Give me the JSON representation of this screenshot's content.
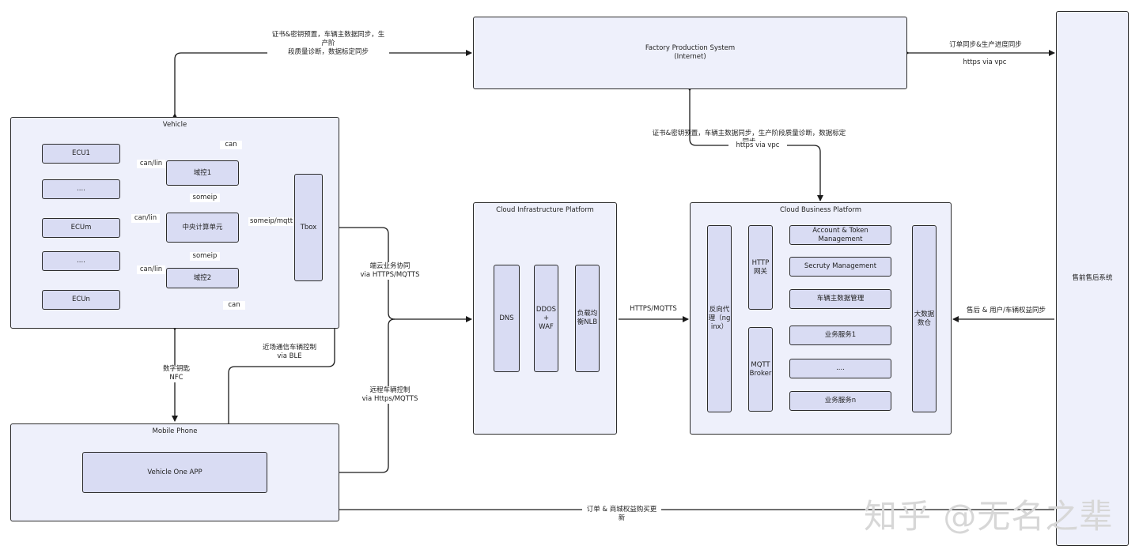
{
  "nodes": {
    "factory": "Factory Production System\n(Internet)",
    "after_sales": "售前售后系统",
    "vehicle": "Vehicle",
    "ecu1": "ECU1",
    "ecu_dots1": "....",
    "ecum": "ECUm",
    "ecu_dots2": "....",
    "ecun": "ECUn",
    "domain1": "域控1",
    "central": "中央计算单元",
    "domain2": "域控2",
    "tbox": "Tbox",
    "mobile_phone": "Mobile Phone",
    "vehicle_app": "Vehicle One APP",
    "cloud_infra": "Cloud Infrastructure Platform",
    "dns": "DNS",
    "ddos": "DDOS\n+\nWAF",
    "lb": "负载均\n衡NLB",
    "cloud_biz": "Cloud Business Platform",
    "reverse_proxy": "反向代\n理（ng\ninx）",
    "http_gateway": "HTTP\n网关",
    "mqtt_broker": "MQTT\nBroker",
    "account_token": "Account & Token Management",
    "security_mgmt": "Secruty Management",
    "vehicle_master": "车辆主数据管理",
    "biz1": "业务服务1",
    "biz_dots": "....",
    "bizn": "业务服务n",
    "bigdata": "大数据\n数仓"
  },
  "edge_labels": {
    "vehicle_factory": "证书&密钥预置，车辆主数据同步，生产阶\n段质量诊断，数据标定同步",
    "factory_aftersales_1": "订单同步&生产进度同步",
    "factory_aftersales_2": "https via vpc",
    "factory_cloud_1": "证书&密钥预置，车辆主数据同步，生产阶段质量诊断，数据标定同步",
    "factory_cloud_2": "https via vpc",
    "can_top": "can",
    "can_bottom": "can",
    "canlin_1": "can/lin",
    "canlin_2": "can/lin",
    "canlin_3": "can/lin",
    "someip_1": "someip",
    "someip_2": "someip",
    "someip_mqtt": "someip/mqtt",
    "edge_cloud": "端云业务协同\nvia HTTPS/MQTTS",
    "ble": "近场通信车辆控制\nvia BLE",
    "remote": "远程车辆控制\nvia Https/MQTTS",
    "nfc": "数字钥匙NFC",
    "infra_biz": "HTTPS/MQTTS",
    "aftersales_biz": "售后 & 用户/车辆权益同步",
    "order_bottom": "订单 & 商城权益购买更新"
  },
  "watermark": "知乎 @无名之辈"
}
